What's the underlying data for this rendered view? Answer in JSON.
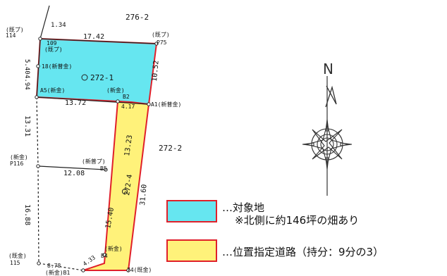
{
  "colors": {
    "target_fill": "#66e6f0",
    "road_fill": "#fff27a",
    "boundary_red": "#e0202a",
    "line_dark": "#222222"
  },
  "parcels": {
    "north": "276-2",
    "east": "272-2",
    "target": "272-1",
    "road": "272-4"
  },
  "points": {
    "p114_type": "(既プ)",
    "p114": "114",
    "p109": "109",
    "p109_type": "(既プ)",
    "p75_type": "(既プ)",
    "p75": "P75",
    "p18": "18(新普金)",
    "a5": "A5(新金)",
    "b2_type": "(新金)",
    "b2": "B2",
    "a1": "A1(新普金)",
    "p116_type": "(新金)",
    "p116": "P116",
    "b5_type": "(新普プ)",
    "b5": "B5",
    "b4_type": "(新金)",
    "b4": "B4",
    "p115_type": "(既金)",
    "p115": "115",
    "b1": "(新金)B1",
    "p74": "74(既金)"
  },
  "dims": {
    "d1": "1.34",
    "d2": "17.42",
    "d3": "5.40",
    "d4": "10.52",
    "d5": "4.94",
    "d6": "13.72",
    "d7": "4.17",
    "d8": "13.31",
    "d9": "13.23",
    "d10": "12.08",
    "d11": "31.60",
    "d12": "15.40",
    "d13": "16.88",
    "d14": "8.78",
    "d15": "4.33"
  },
  "legend": {
    "target_label": "…対象地",
    "target_note": "※北側に約146坪の畑あり",
    "road_label": "…位置指定道路（持分：9分の3）"
  },
  "compass": {
    "north_letter": "N"
  }
}
